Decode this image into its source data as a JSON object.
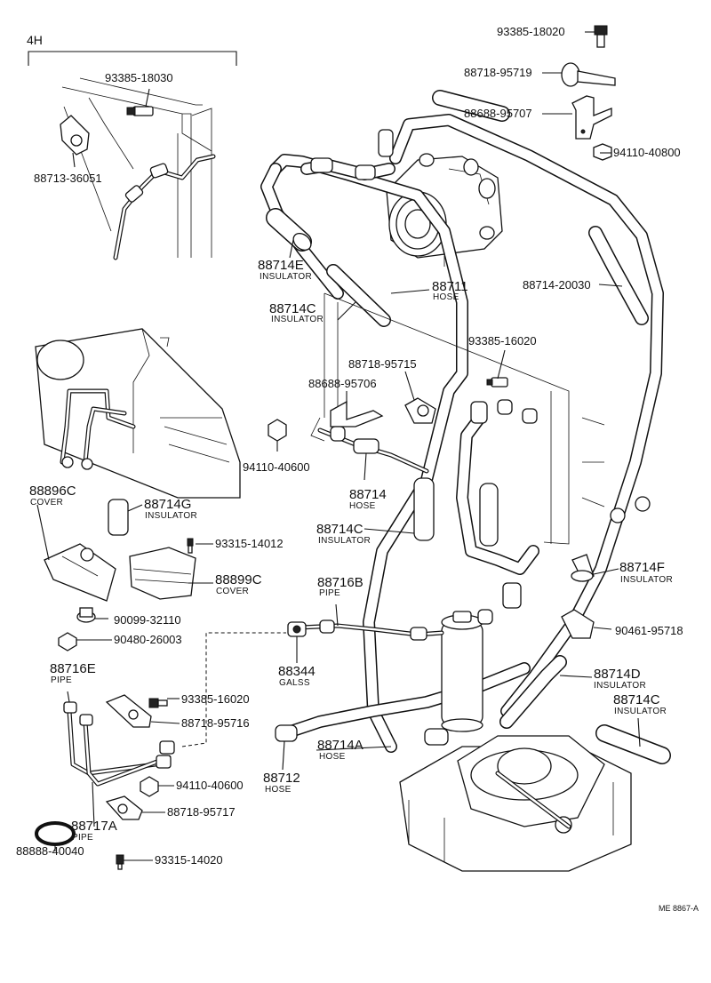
{
  "section": "4H",
  "reference": "ME 8867-A",
  "labels": {
    "p93385_18020": "93385-18020",
    "p88718_95719": "88718-95719",
    "p88688_95707": "88688-95707",
    "p94110_40800": "94110-40800",
    "p93385_18030": "93385-18030",
    "p88713_36051": "88713-36051",
    "p88714E": "88714E",
    "p88714E_sub": "INSULATOR",
    "p88711": "88711",
    "p88711_sub": "HOSE",
    "p88714_20030": "88714-20030",
    "p88714C_a": "88714C",
    "p88714C_a_sub": "INSULATOR",
    "p93385_16020_a": "93385-16020",
    "p88718_95715": "88718-95715",
    "p88688_95706": "88688-95706",
    "p94110_40600": "94110-40600",
    "p88714": "88714",
    "p88714_sub": "HOSE",
    "p88896C": "88896C",
    "p88896C_sub": "COVER",
    "p88714G": "88714G",
    "p88714G_sub": "INSULATOR",
    "p88714C_b": "88714C",
    "p88714C_b_sub": "INSULATOR",
    "p93315_14012": "93315-14012",
    "p88899C": "88899C",
    "p88899C_sub": "COVER",
    "p88714F": "88714F",
    "p88714F_sub": "INSULATOR",
    "p88716B": "88716B",
    "p88716B_sub": "PIPE",
    "p90099_32110": "90099-32110",
    "p90480_26003": "90480-26003",
    "p90461_95718": "90461-95718",
    "p88344": "88344",
    "p88344_sub": "GALSS",
    "p88714D": "88714D",
    "p88714D_sub": "INSULATOR",
    "p88716E": "88716E",
    "p88716E_sub": "PIPE",
    "p93385_16020_b": "93385-16020",
    "p88714C_c": "88714C",
    "p88714C_c_sub": "INSULATOR",
    "p88718_95716": "88718-95716",
    "p88714A": "88714A",
    "p88714A_sub": "HOSE",
    "p88712": "88712",
    "p88712_sub": "HOSE",
    "p94110_40600_b": "94110-40600",
    "p88718_95717": "88718-95717",
    "p88717A": "88717A",
    "p88717A_sub": "PIPE",
    "p88888_40040": "88888-40040",
    "p93315_14020": "93315-14020"
  }
}
